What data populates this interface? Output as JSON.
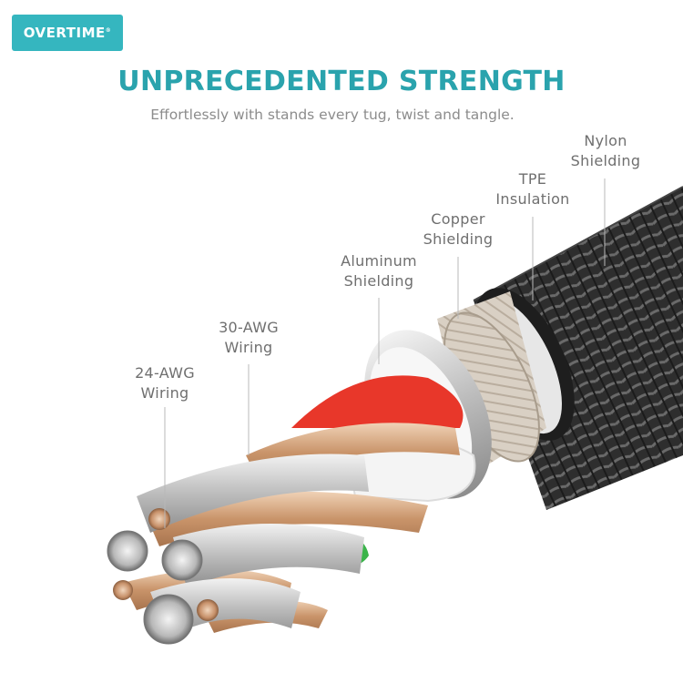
{
  "brand": {
    "name": "OVERTIME",
    "mark": "®"
  },
  "headline": "UNPRECEDENTED STRENGTH",
  "subheadline": "Effortlessly with stands every tug, twist and tangle.",
  "callouts": [
    {
      "line1": "Nylon",
      "line2": "Shielding"
    },
    {
      "line1": "TPE",
      "line2": "Insulation"
    },
    {
      "line1": "Copper",
      "line2": "Shielding"
    },
    {
      "line1": "Aluminum",
      "line2": "Shielding"
    },
    {
      "line1": "30-AWG",
      "line2": "Wiring"
    },
    {
      "line1": "24-AWG",
      "line2": "Wiring"
    }
  ],
  "colors": {
    "brand": "#35b6bf",
    "headline": "#2aa3ad",
    "nylon": "#2b2b2b",
    "red_core": "#e8372a",
    "green_core": "#3bb44a",
    "copper": "#d4a47a",
    "silver": "#c8c8c8"
  }
}
